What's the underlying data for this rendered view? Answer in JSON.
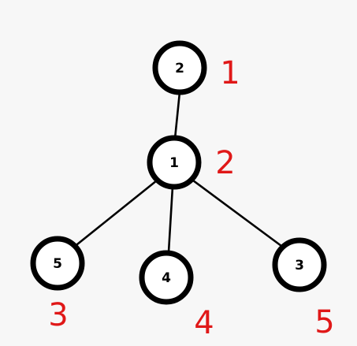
{
  "nodes": [
    {
      "id": "2",
      "label": "2"
    },
    {
      "id": "1",
      "label": "1"
    },
    {
      "id": "5",
      "label": "5"
    },
    {
      "id": "4",
      "label": "4"
    },
    {
      "id": "3",
      "label": "3"
    }
  ],
  "edges": [
    {
      "from": "2",
      "to": "1"
    },
    {
      "from": "1",
      "to": "5"
    },
    {
      "from": "1",
      "to": "4"
    },
    {
      "from": "1",
      "to": "3"
    }
  ],
  "annotations": [
    {
      "node": "2",
      "text": "1"
    },
    {
      "node": "1",
      "text": "2"
    },
    {
      "node": "5",
      "text": "3"
    },
    {
      "node": "4",
      "text": "4"
    },
    {
      "node": "3",
      "text": "5"
    }
  ],
  "colors": {
    "node_stroke": "#000000",
    "node_fill": "#ffffff",
    "annotation": "#e01818",
    "background": "#f7f7f7"
  }
}
